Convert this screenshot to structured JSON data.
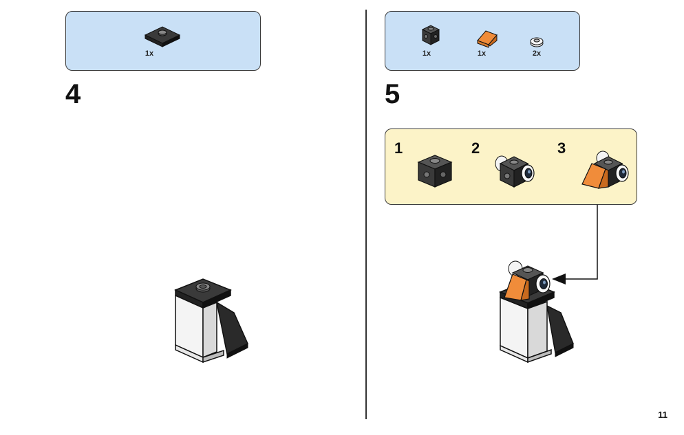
{
  "page_number": "11",
  "step4": {
    "number": "4",
    "parts": [
      {
        "name": "dark-gray-jumper-plate",
        "qty": "1x"
      }
    ]
  },
  "step5": {
    "number": "5",
    "parts": [
      {
        "name": "dark-gray-brick-with-studs-on-sides",
        "qty": "1x"
      },
      {
        "name": "orange-slope-brick",
        "qty": "1x"
      },
      {
        "name": "white-round-plate",
        "qty": "2x"
      }
    ],
    "substeps": [
      {
        "label": "1"
      },
      {
        "label": "2"
      },
      {
        "label": "3"
      }
    ]
  },
  "colors": {
    "parts_box": "#c9e0f6",
    "substep_box": "#fcf3c8",
    "dark_brick": "#3a3a3a",
    "orange": "#f08c3a",
    "white_brick": "#f2f2f2"
  }
}
